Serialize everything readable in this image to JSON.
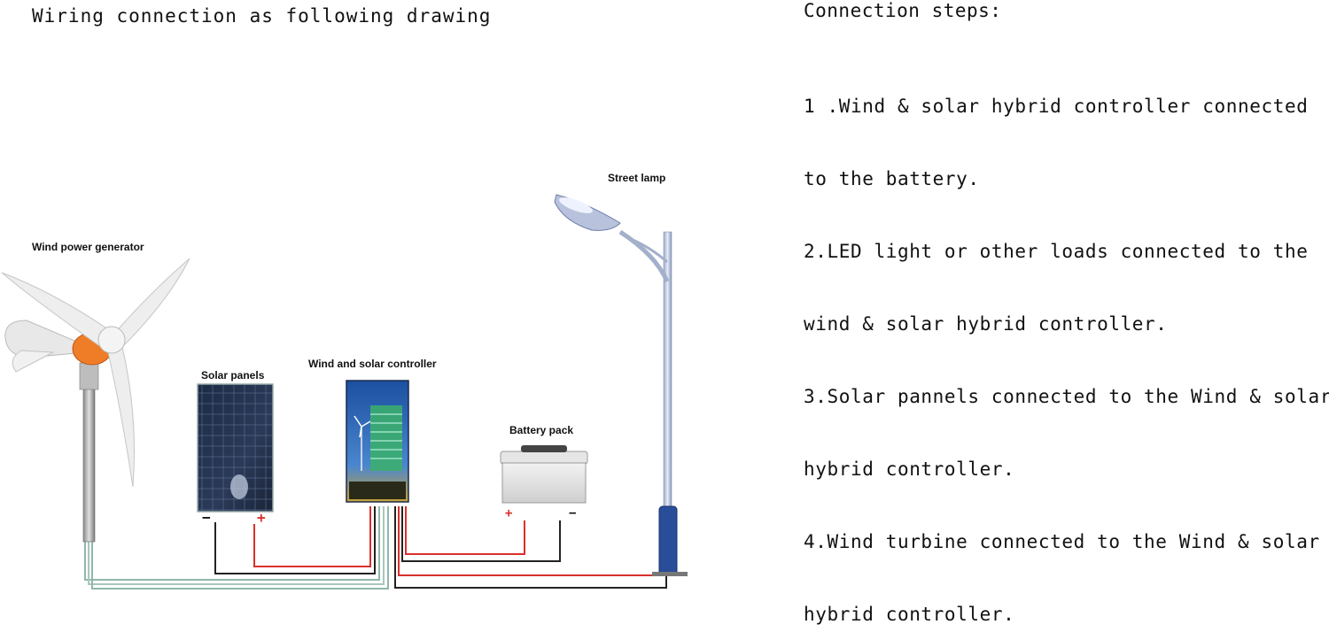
{
  "header": {
    "title": "Wiring connection as following drawing"
  },
  "steps": {
    "heading": "Connection steps:",
    "lines": [
      "1 .Wind & solar hybrid controller connected",
      "to the battery.",
      "2.LED light or other loads connected to the",
      "wind & solar hybrid controller.",
      "3.Solar pannels connected to the Wind & solar",
      "hybrid controller.",
      "4.Wind turbine connected to the Wind & solar",
      "hybrid controller."
    ]
  },
  "diagram": {
    "labels": {
      "wind_generator": "Wind power generator",
      "solar_panels": "Solar panels",
      "controller": "Wind and solar controller",
      "battery": "Battery pack",
      "street_lamp": "Street lamp"
    },
    "polarity": {
      "minus": "−",
      "plus": "+"
    },
    "wire_colors": {
      "positive": "#d9302c",
      "negative": "#222222",
      "turbine": "#8fb8a8"
    }
  }
}
